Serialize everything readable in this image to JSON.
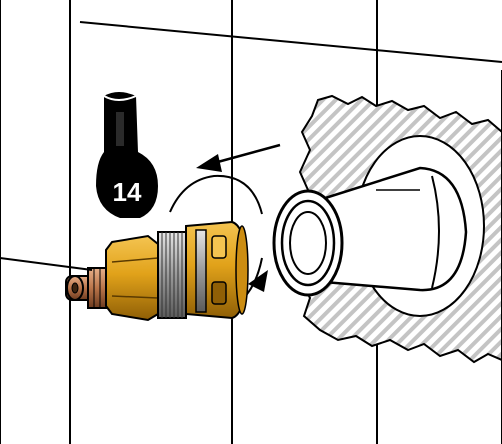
{
  "wrench": {
    "size_label": "14"
  },
  "colors": {
    "line": "#000000",
    "wall_hatch": "#bdbdbd",
    "brass": "#e1a21a",
    "brass_dark": "#9c6a08",
    "chrome": "#bcbcbc",
    "copper": "#b9744a"
  },
  "icons": {
    "wrench": "open-end-wrench",
    "removal_arrow": "arrow-left",
    "rotation_arrow": "counterclockwise-arrow"
  }
}
